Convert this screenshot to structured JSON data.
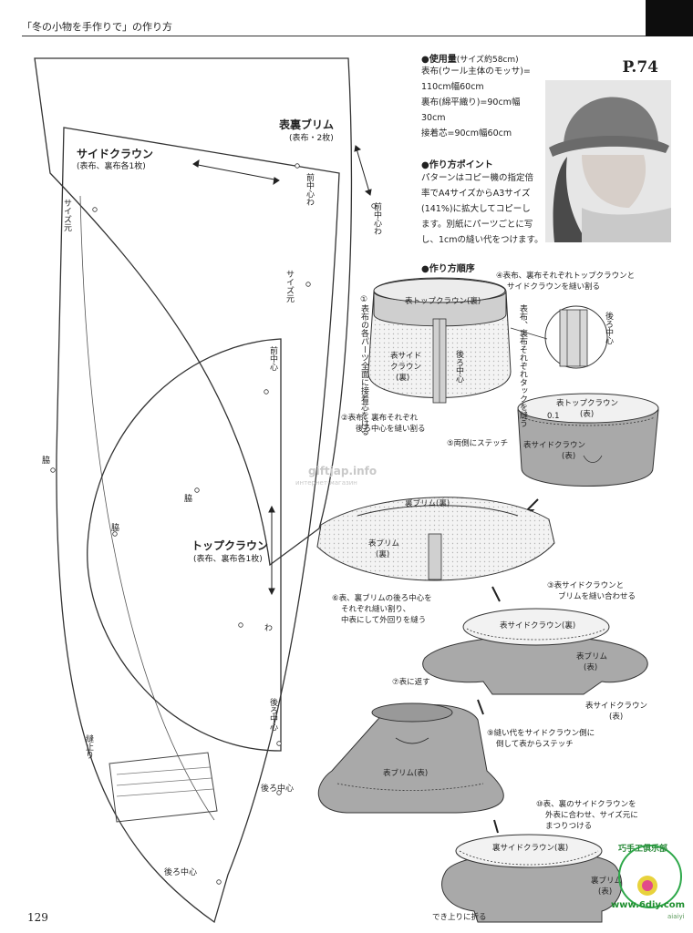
{
  "header": {
    "title": "「冬の小物を手作りで」の作り方"
  },
  "page_ref": "P.74",
  "page_number": "129",
  "pattern": {
    "brim": {
      "name": "表裏ブリム",
      "sub": "(表布・2枚)",
      "front_center": "前中心わ",
      "front_center_2": "前中心わ",
      "size_line": "サイズ元"
    },
    "side_crown": {
      "name": "サイドクラウン",
      "sub": "(表布、裏布各1枚)",
      "size_line": "サイズ元",
      "side": "脇",
      "front_center": "前中心",
      "back_center": "後ろ中心",
      "stop": "縫止り"
    },
    "top_crown": {
      "name": "トップクラウン",
      "sub": "(表布、裏布各1枚)",
      "side1": "脇",
      "side2": "脇",
      "wa": "わ",
      "back_center": "後ろ中心"
    }
  },
  "materials": {
    "title": "●使用量",
    "size_note": "(サイズ約58cm)",
    "lines": [
      "表布(ウール主体のモッサ)=",
      "110cm幅60cm",
      "裏布(綿平織り)=90cm幅",
      "30cm",
      "接着芯=90cm幅60cm"
    ]
  },
  "points": {
    "title": "●作り方ポイント",
    "lines": [
      "パターンはコピー機の指定倍",
      "率でA4サイズからA3サイズ",
      "(141%)に拡大してコピーし",
      "ます。別紙にパーツごとに写",
      "し、1cmの縫い代をつけます。"
    ]
  },
  "order": {
    "title": "●作り方順序"
  },
  "steps": {
    "s1": "①表布の各パーツ全面に接着芯をはる",
    "s2_l1": "②表布、裏布それぞれ",
    "s2_l2": "後ろ中心を縫い割る",
    "s3_l1": "③表サイドクラウンと",
    "s3_l2": "ブリムを縫い合わせる",
    "s4_l1": "④表布、裏布それぞれトップクラウンと",
    "s4_l2": "サイドクラウンを縫い割る",
    "s4v": "表布、裏布それぞれタックを縫う",
    "s5": "⑤両側にステッチ",
    "s6_l1": "⑥表、裏ブリムの後ろ中心を",
    "s6_l2": "それぞれ縫い割り、",
    "s6_l3": "中表にして外回りを縫う",
    "s7": "⑦表に返す",
    "s9_l1": "⑨縫い代をサイドクラウン側に",
    "s9_l2": "倒して表からステッチ",
    "s10_l1": "⑩表、裏のサイドクラウンを",
    "s10_l2": "外表に合わせ、サイズ元に",
    "s10_l3": "まつりつける",
    "s11": "でき上りに折る"
  },
  "diagram_labels": {
    "omote_top_crown_ura": "表トップクラウン(裏)",
    "omote_side_crown_ura_1": "表サイド",
    "omote_side_crown_ura_2": "クラウン",
    "omote_side_crown_ura_3": "(裏)",
    "back_center_v": "後ろ中心",
    "back_center_v2": "後ろ中心",
    "omote_top_crown_omote": "表トップクラウン",
    "omote_top_crown_omote_2": "(表)",
    "n01": "0.1",
    "omote_side_crown_omote": "表サイドクラウン",
    "omote_side_crown_omote_2": "(表)",
    "ura_brim_ura": "裏ブリム(裏)",
    "omote_brim_ura_1": "表ブリム",
    "omote_brim_ura_2": "(裏)",
    "omote_side_crown_ura_b": "表サイドクラウン(裏)",
    "omote_brim_1": "表ブリム",
    "omote_brim_2": "(表)",
    "omote_side_crown_b_1": "表サイドクラウン",
    "omote_side_crown_b_2": "(表)",
    "omote_brim_c": "表ブリム(表)",
    "ura_side_crown_ura": "裏サイドクラウン(裏)",
    "ura_brim_omote_1": "裏ブリム",
    "ura_brim_omote_2": "(表)"
  },
  "watermark": {
    "line1": "giftjap.info",
    "line2": "интернет-магазин"
  },
  "logo": {
    "text": "巧手工俱乐部",
    "url": "www.6diy.com",
    "sub": "aiaiyi"
  },
  "colors": {
    "fabric": "#a9a9a9",
    "fabric_dark": "#8a8a8a",
    "lining": "#f2f2f2",
    "line": "#333333"
  }
}
